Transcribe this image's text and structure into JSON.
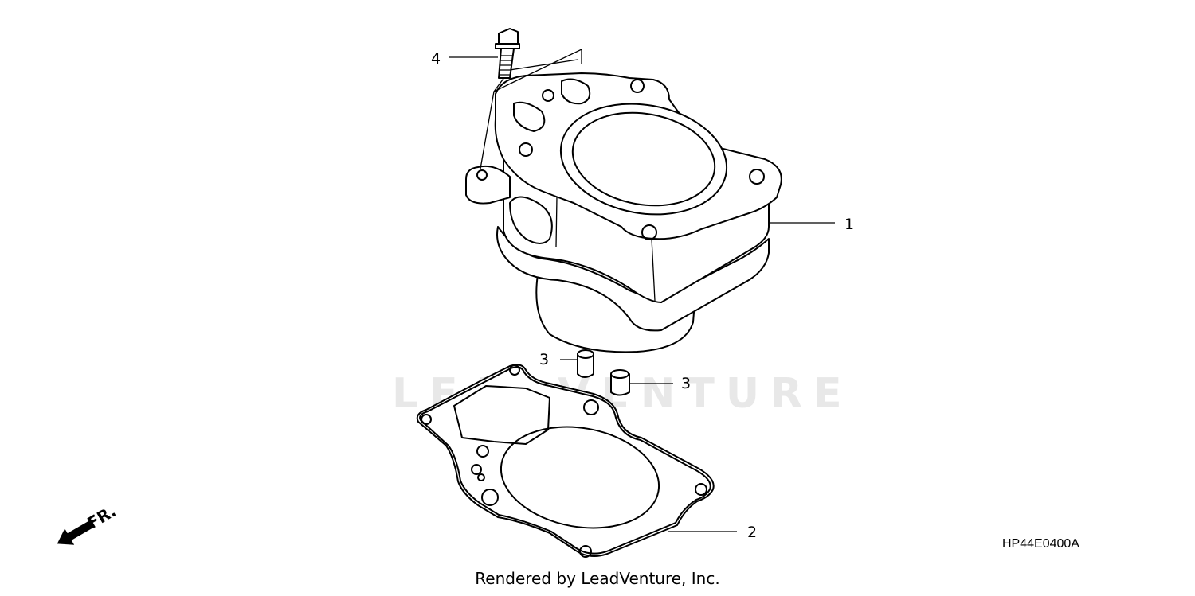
{
  "diagram": {
    "watermark": "LEADVENTURE",
    "diagram_code": "HP44E0400A",
    "render_credit": "Rendered by LeadVenture, Inc.",
    "direction_indicator": "FR."
  },
  "callouts": [
    {
      "id": "1",
      "label": "1"
    },
    {
      "id": "2",
      "label": "2"
    },
    {
      "id": "3a",
      "label": "3"
    },
    {
      "id": "3b",
      "label": "3"
    },
    {
      "id": "4",
      "label": "4"
    }
  ]
}
